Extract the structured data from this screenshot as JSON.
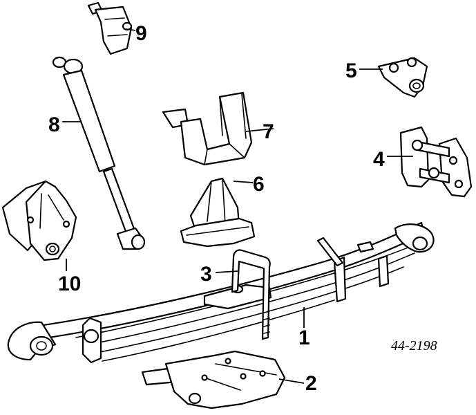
{
  "callouts": {
    "c1": "1",
    "c2": "2",
    "c3": "3",
    "c4": "4",
    "c5": "5",
    "c6": "6",
    "c7": "7",
    "c8": "8",
    "c9": "9",
    "c10": "10"
  },
  "diagram_code": "44-2198",
  "line_color": "#000000",
  "background_color": "#ffffff"
}
